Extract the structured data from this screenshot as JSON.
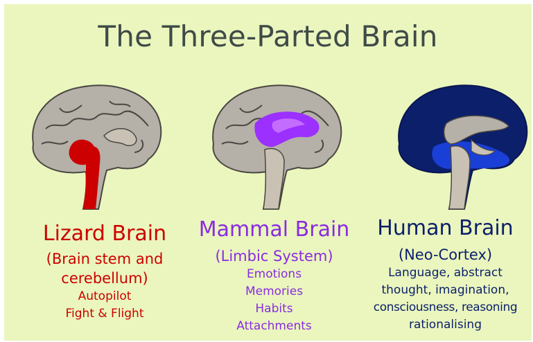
{
  "title": "The Three-Parted Brain",
  "colors": {
    "background": "#eaf6bd",
    "lizard": "#cc0000",
    "mammal": "#8a2be2",
    "human": "#0b1f6b",
    "brain_base": "#b5b0a8",
    "stem": "#c9c2b4"
  },
  "sections": [
    {
      "name": "Lizard Brain",
      "subtitle_lines": [
        "(Brain stem and",
        "cerebellum)"
      ],
      "items": [
        "Autopilot",
        "Fight & Flight"
      ],
      "color": "#cc0000",
      "desc_color": "#cc0000"
    },
    {
      "name": "Mammal Brain",
      "subtitle_lines": [
        "(Limbic System)"
      ],
      "items": [
        "Emotions",
        "Memories",
        "Habits",
        "Attachments"
      ],
      "color": "#8a2be2",
      "desc_color": "#8a2be2"
    },
    {
      "name": "Human Brain",
      "subtitle_lines": [
        "(Neo-Cortex)"
      ],
      "items": [
        "Language, abstract",
        "thought, imagination,",
        "consciousness, reasoning",
        "rationalising"
      ],
      "color": "#0b1f6b",
      "desc_color": "#0b1f6b"
    }
  ]
}
